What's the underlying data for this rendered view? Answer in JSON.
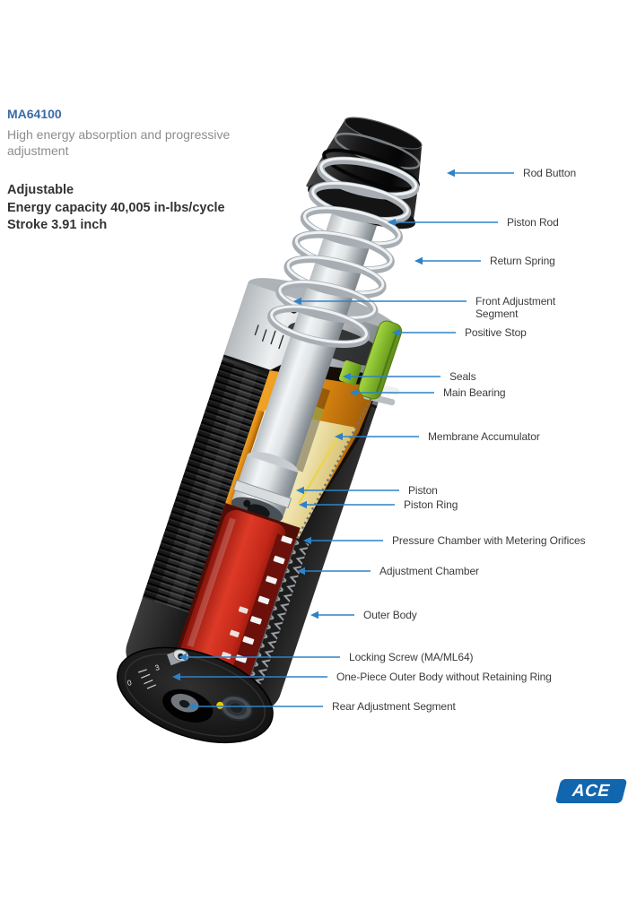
{
  "header": {
    "model": "MA64100",
    "subtitle": "High energy absorption and progressive adjustment",
    "specs": [
      "Adjustable",
      "Energy capacity 40,005 in-lbs/cycle",
      "Stroke 3.91 inch"
    ]
  },
  "callouts": [
    {
      "label": "Rod Button"
    },
    {
      "label": "Piston Rod"
    },
    {
      "label": "Return Spring"
    },
    {
      "label": "Front Adjustment Segment",
      "line1": "Front Adjustment",
      "line2": "Segment"
    },
    {
      "label": "Positive Stop"
    },
    {
      "label": "Seals"
    },
    {
      "label": "Main Bearing"
    },
    {
      "label": "Membrane Accumulator"
    },
    {
      "label": "Piston"
    },
    {
      "label": "Piston Ring"
    },
    {
      "label": "Pressure Chamber with Metering Orifices"
    },
    {
      "label": "Adjustment Chamber"
    },
    {
      "label": "Outer Body"
    },
    {
      "label": "Locking Screw (MA/ML64)"
    },
    {
      "label": "One-Piece Outer Body without Retaining Ring"
    },
    {
      "label": "Rear Adjustment Segment"
    }
  ],
  "diagram": {
    "bottom_scale_marks": [
      "0",
      "3"
    ]
  },
  "logo": {
    "text": "ACE"
  },
  "colors": {
    "callout_blue": "#2e82c6",
    "model_blue": "#3a6ba8",
    "logo_blue": "#1266ad",
    "positive_stop_green": "#7fb428",
    "bearing_orange": "#d78410",
    "accumulator_cream": "#efe3ae",
    "chamber_red": "#c22718"
  }
}
